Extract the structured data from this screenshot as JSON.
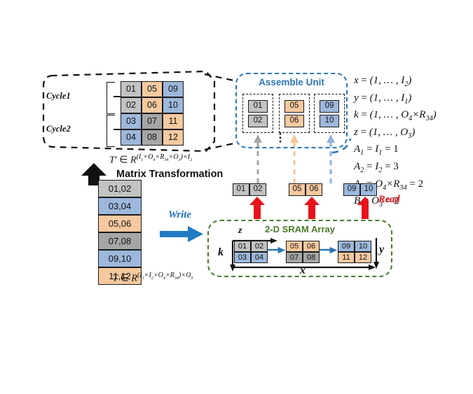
{
  "figure": {
    "left_region": {
      "cycle_labels": [
        "Cycle1",
        "Cycle2"
      ],
      "matrix_rows": [
        [
          "01",
          "05",
          "09"
        ],
        [
          "02",
          "06",
          "10"
        ],
        [
          "03",
          "07",
          "11"
        ],
        [
          "04",
          "08",
          "12"
        ]
      ],
      "matrix_colors": [
        [
          "gray",
          "orange",
          "blue"
        ],
        [
          "gray",
          "orange",
          "blue"
        ],
        [
          "blue",
          "gray2",
          "orange"
        ],
        [
          "blue",
          "gray2",
          "orange"
        ]
      ],
      "caption": "T' ∈ R^((I1×O4×R34×O3)×I2)",
      "caption_parts": {
        "symbol": "T",
        "prime": "′",
        "in": "∈",
        "base": "R",
        "exponent": "(I1×O4×R34×O3)×I2"
      }
    },
    "assemble_unit": {
      "title": "Assemble Unit",
      "border_color": "#2e75b6",
      "groups": [
        {
          "cells": [
            "01",
            "02"
          ],
          "color": "gray"
        },
        {
          "cells": [
            "05",
            "06"
          ],
          "color": "orange"
        },
        {
          "cells": [
            "09",
            "10"
          ],
          "color": "blue"
        }
      ]
    },
    "equations": [
      {
        "lhs": "x",
        "rhs": "(1, … , I2)"
      },
      {
        "lhs": "y",
        "rhs": "(1, … , I1)"
      },
      {
        "lhs": "k",
        "rhs": "(1, … , O4×R34)"
      },
      {
        "lhs": "z",
        "rhs": "(1, … , O3)"
      },
      {
        "lhs": "A1",
        "rhs": "I1 = 1"
      },
      {
        "lhs": "A2",
        "rhs": "I2 = 3"
      },
      {
        "lhs": "A3",
        "rhs": "O4×R34 = 2"
      },
      {
        "lhs": "B",
        "rhs": "O3 = 2"
      }
    ],
    "matrix_transformation_label": "Matrix Transformation",
    "t_column": {
      "cells": [
        "01,02",
        "03,04",
        "05,06",
        "07,08",
        "09,10",
        "11,12"
      ],
      "colors": [
        "gray",
        "blue",
        "orange",
        "gray2",
        "blue",
        "orange"
      ],
      "caption_parts": {
        "symbol": "T",
        "in": "∈",
        "base": "R",
        "exponent": "(I1×I2×O4×R34)×O3"
      }
    },
    "write_label": "Write",
    "write_color": "#1f6fc0",
    "read_label": "Read",
    "read_color": "#e8121a",
    "read_buffers": [
      {
        "cells": [
          "01",
          "02"
        ],
        "color": "gray"
      },
      {
        "cells": [
          "05",
          "06"
        ],
        "color": "orange"
      },
      {
        "cells": [
          "09",
          "10"
        ],
        "color": "blue"
      }
    ],
    "sram": {
      "title": "2-D SRAM Array",
      "border_color": "#4a7b29",
      "axis_labels": {
        "z": "z",
        "k": "k",
        "x": "x",
        "y": "y"
      },
      "blocks": [
        {
          "cells": [
            "01",
            "02",
            "03",
            "04"
          ],
          "colors": [
            "gray",
            "gray",
            "blue",
            "blue"
          ]
        },
        {
          "cells": [
            "05",
            "06",
            "07",
            "08"
          ],
          "colors": [
            "orange",
            "orange",
            "gray2",
            "gray2"
          ]
        },
        {
          "cells": [
            "09",
            "10",
            "11",
            "12"
          ],
          "colors": [
            "blue",
            "blue",
            "orange",
            "orange"
          ]
        }
      ]
    },
    "palette": {
      "gray": "#c3c3c3",
      "gray2": "#a6a6a6",
      "blue": "#9db8dc",
      "orange": "#f6c9a0",
      "blue_accent": "#2e75b6",
      "green_accent": "#4a7b29",
      "red_accent": "#e8121a"
    }
  }
}
